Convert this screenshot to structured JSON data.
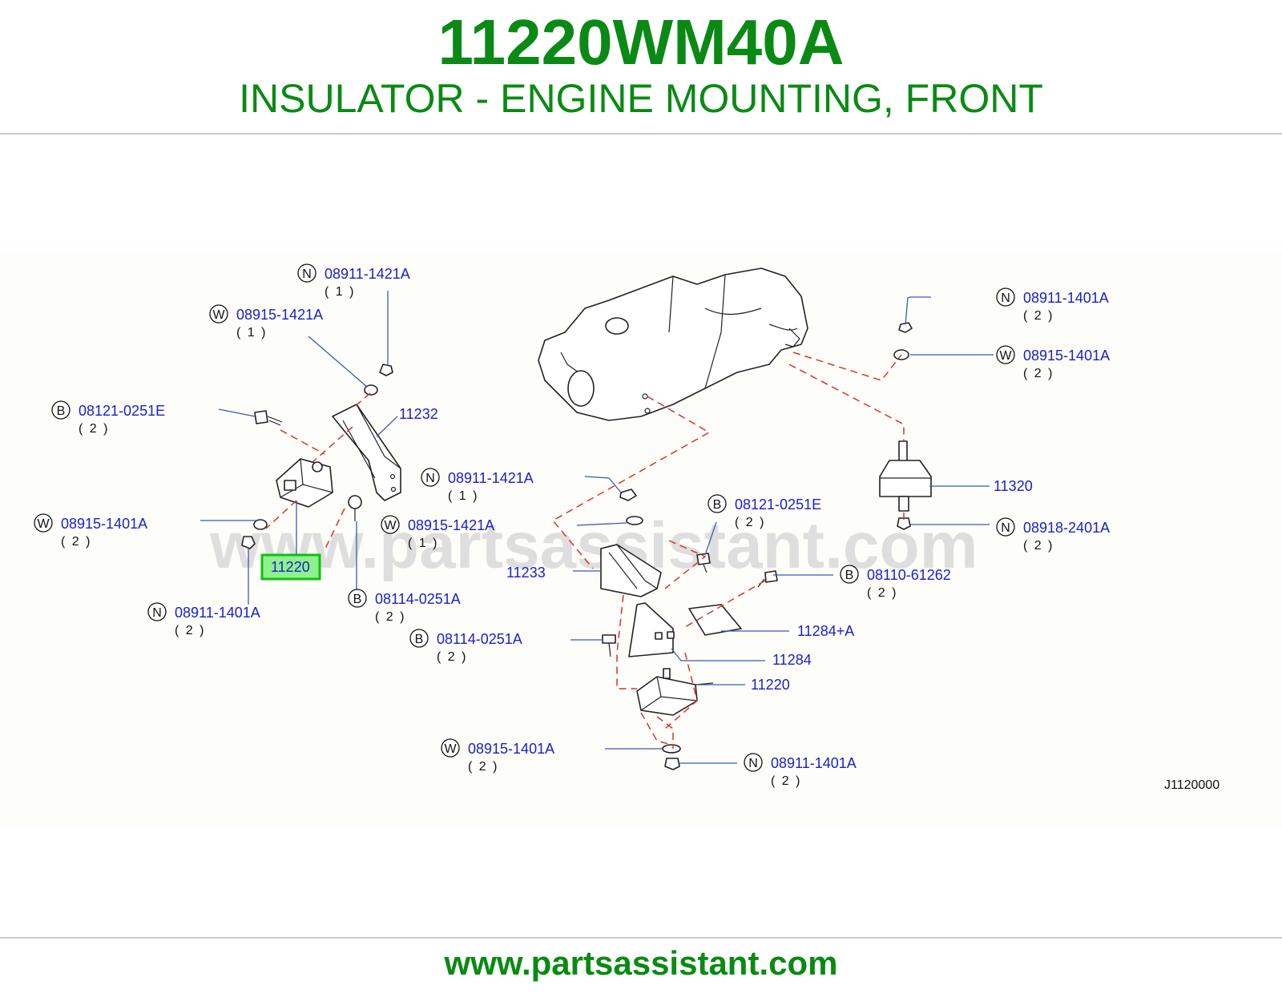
{
  "header": {
    "part_number": "11220WM40A",
    "part_name": "INSULATOR - ENGINE MOUNTING, FRONT"
  },
  "diagram": {
    "watermark": "www.partsassistant.com",
    "reference_code": "J1120000",
    "highlighted_part": "11220",
    "callouts": {
      "c1": {
        "code": "N",
        "part": "08911-1421A",
        "qty": "( 1 )"
      },
      "c2": {
        "code": "W",
        "part": "08915-1421A",
        "qty": "( 1 )"
      },
      "c3": {
        "code": "B",
        "part": "08121-0251E",
        "qty": "( 2 )"
      },
      "c4": {
        "code": "W",
        "part": "08915-1401A",
        "qty": "( 2 )"
      },
      "c5": {
        "code": "N",
        "part": "08911-1401A",
        "qty": "( 2 )"
      },
      "c6": {
        "code": "B",
        "part": "08114-0251A",
        "qty": "( 2 )"
      },
      "c7": {
        "code": "N",
        "part": "08911-1421A",
        "qty": "( 1 )"
      },
      "c8": {
        "code": "W",
        "part": "08915-1421A",
        "qty": "( 1 )"
      },
      "c9": {
        "code": "B",
        "part": "08121-0251E",
        "qty": "( 2 )"
      },
      "c10": {
        "code": "B",
        "part": "08114-0251A",
        "qty": "( 2 )"
      },
      "c11": {
        "code": "N",
        "part": "08911-1401A",
        "qty": "( 2 )"
      },
      "c12": {
        "code": "W",
        "part": "08915-1401A",
        "qty": "( 2 )"
      },
      "c13": {
        "code": "N",
        "part": "08918-2401A",
        "qty": "( 2 )"
      },
      "c14": {
        "code": "B",
        "part": "08110-61262",
        "qty": "( 2 )"
      },
      "c15": {
        "code": "W",
        "part": "08915-1401A",
        "qty": "( 2 )"
      },
      "c16": {
        "code": "N",
        "part": "08911-1401A",
        "qty": "( 2 )"
      }
    },
    "labels": {
      "l11232": "11232",
      "l11220b": "11220",
      "l11233": "11233",
      "l11284a": "11284+A",
      "l11284": "11284",
      "l11320": "11320"
    }
  },
  "footer": {
    "url": "www.partsassistant.com"
  },
  "colors": {
    "brand_green": "#0a8a14",
    "label_blue": "#1c20c8",
    "dash_red": "#e0302a",
    "highlight": "#8ef08e"
  }
}
